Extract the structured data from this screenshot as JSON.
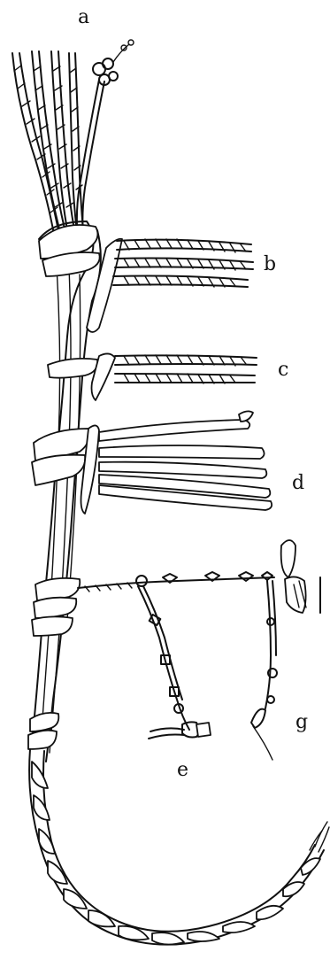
{
  "figure": {
    "labels": {
      "a": "a",
      "b": "b",
      "c": "c",
      "d": "d",
      "e": "e",
      "g": "g"
    },
    "colors": {
      "ink": "#111111",
      "background": "#ffffff"
    }
  }
}
